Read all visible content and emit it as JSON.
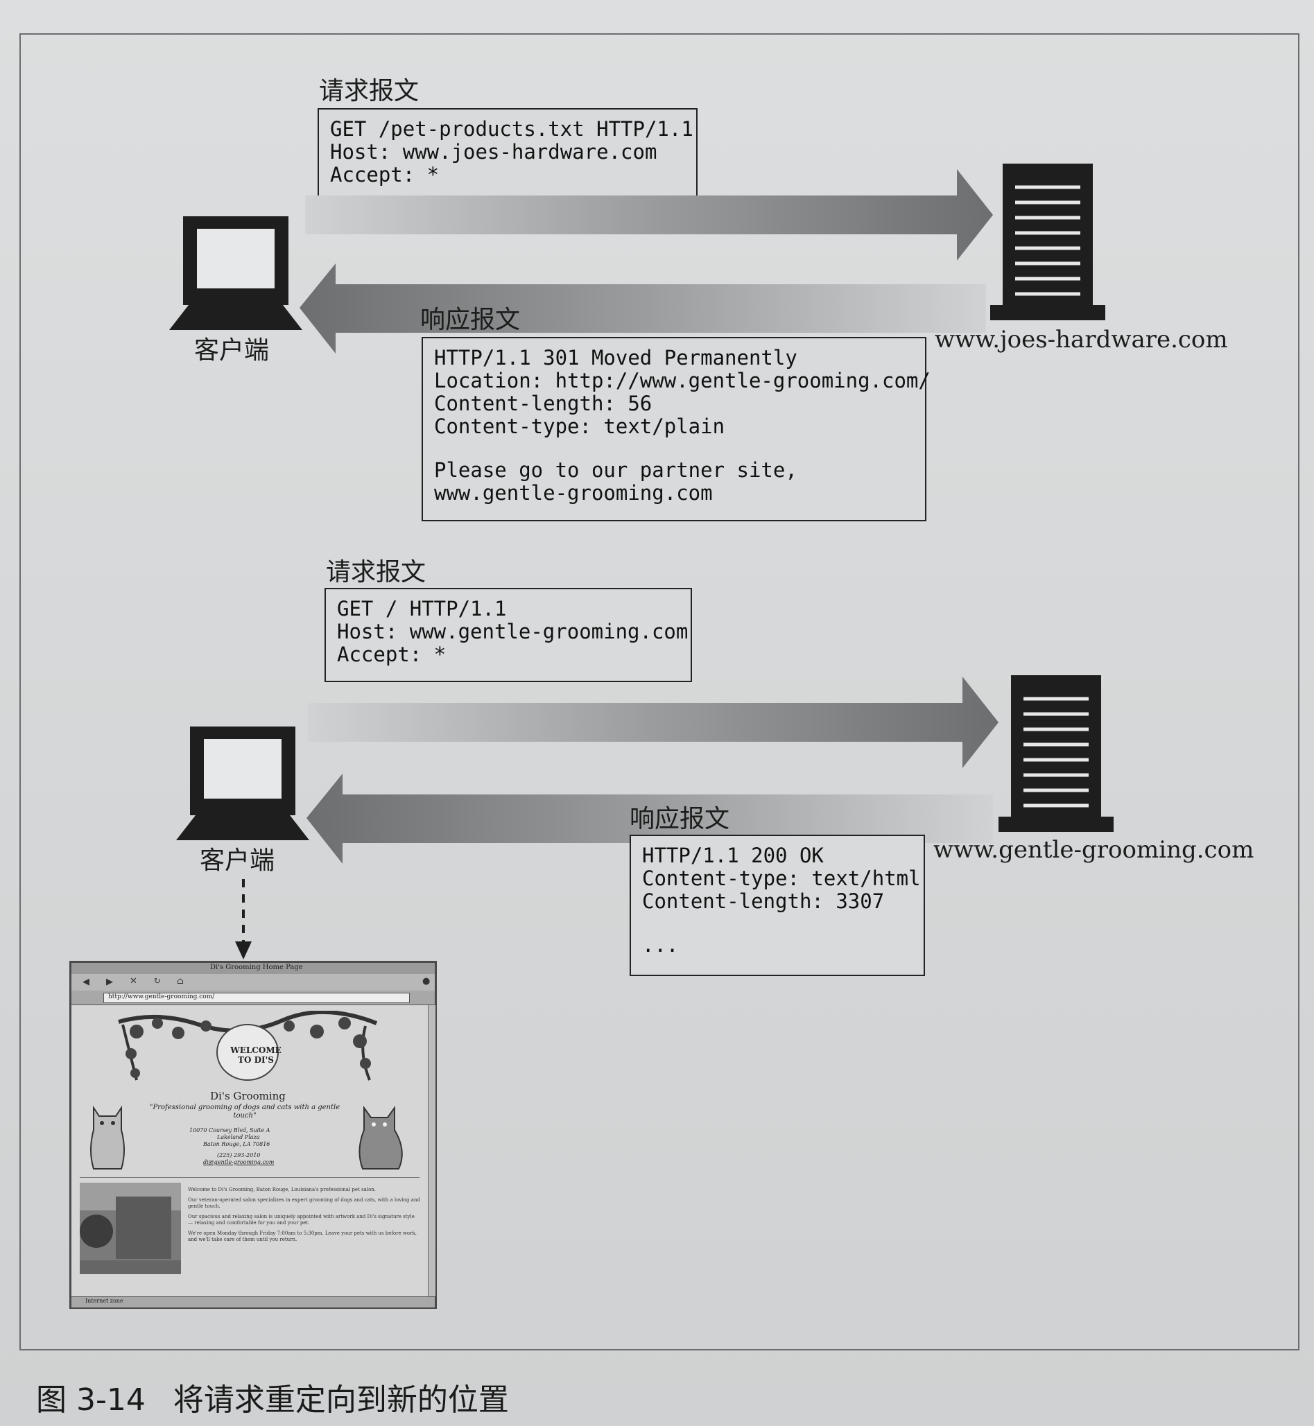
{
  "caption": {
    "number": "图 3-14",
    "title": "将请求重定向到新的位置"
  },
  "exchange1": {
    "request_label": "请求报文",
    "request_lines": [
      "GET /pet-products.txt HTTP/1.1",
      "Host: www.joes-hardware.com",
      "Accept: *"
    ],
    "client_label": "客户端",
    "server_host": "www.joes-hardware.com",
    "response_label": "响应报文",
    "response_lines": [
      "HTTP/1.1 301 Moved Permanently",
      "Location: http://www.gentle-grooming.com/",
      "Content-length: 56",
      "Content-type: text/plain"
    ],
    "response_body": [
      "Please go to our partner site,",
      "www.gentle-grooming.com"
    ]
  },
  "exchange2": {
    "request_label": "请求报文",
    "request_lines": [
      "GET / HTTP/1.1",
      "Host: www.gentle-grooming.com",
      "Accept: *"
    ],
    "client_label": "客户端",
    "server_host": "www.gentle-grooming.com",
    "response_label": "响应报文",
    "response_lines": [
      "HTTP/1.1 200 OK",
      "Content-type: text/html",
      "Content-length: 3307"
    ],
    "response_body": [
      "..."
    ]
  },
  "browser": {
    "window_title": "Di's Grooming Home Page",
    "address": "http://www.gentle-grooming.com/",
    "banner_text": "WELCOME TO DI'S",
    "site_name": "Di's Grooming",
    "tagline": "\"Professional grooming of dogs and cats with a gentle touch\"",
    "address_lines": [
      "10070 Coursey Blvd, Suite A",
      "Lakeland Plaza",
      "Baton Rouge, LA 70816",
      "(225) 293-2010",
      "di@gentle-grooming.com"
    ],
    "body_paragraphs": [
      "Welcome to Di's Grooming, Baton Rouge, Louisiana's professional pet salon.",
      "Our veteran-operated salon specializes in expert grooming of dogs and cats, with a loving and gentle touch.",
      "Our spacious and relaxing salon is uniquely appointed with artwork and Di's signature style — relaxing and comfortable for you and your pet.",
      "We're open Monday through Friday 7:00am to 5:30pm. Leave your pets with us before work, and we'll take care of them until you return."
    ],
    "status_text": "Internet zone"
  }
}
